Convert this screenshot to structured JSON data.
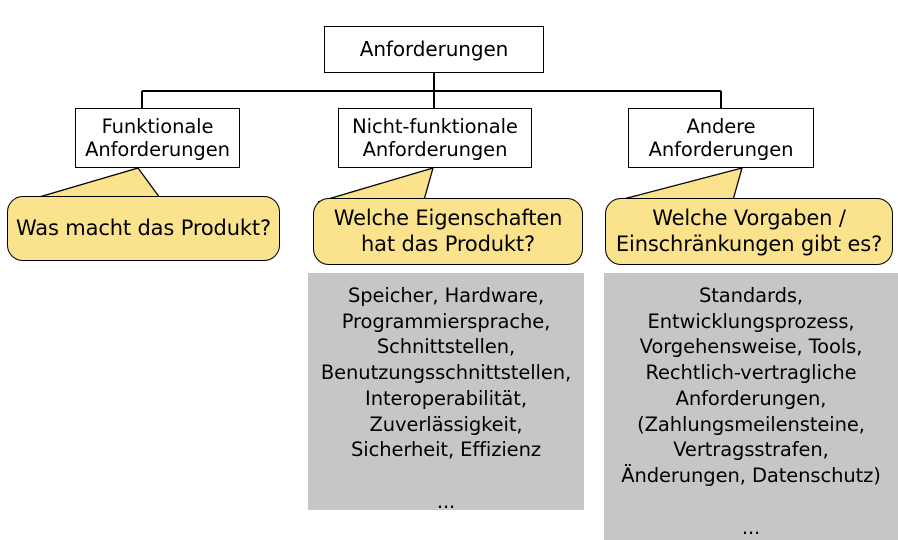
{
  "diagram": {
    "title_text": "Anforderungen",
    "root": {
      "label": "Anforderungen"
    },
    "branches": [
      {
        "key": "funktionale",
        "label": "Funktionale\nAnforderungen",
        "callout": "Was macht das Produkt?",
        "details": null
      },
      {
        "key": "nicht-funktionale",
        "label": "Nicht-funktionale\nAnforderungen",
        "callout": "Welche Eigenschaften\nhat das Produkt?",
        "details": "Speicher, Hardware,\nProgrammiersprache,\nSchnittstellen,\nBenutzungsschnittstellen,\nInteroperabilität,\nZuverlässigkeit,\nSicherheit, Effizienz\n\n..."
      },
      {
        "key": "andere",
        "label": "Andere\nAnforderungen",
        "callout": "Welche Vorgaben /\nEinschränkungen gibt es?",
        "details": "Standards,\nEntwicklungsprozess,\nVorgehensweise, Tools,\nRechtlich-vertragliche\nAnforderungen,\n(Zahlungsmeilensteine,\nVertragsstrafen,\nÄnderungen, Datenschutz)\n\n..."
      }
    ],
    "colors": {
      "callout_fill": "#fbe28c",
      "panel_fill": "#c6c6c6",
      "line": "#000000",
      "box_fill": "#ffffff",
      "background": "#ffffff"
    }
  }
}
